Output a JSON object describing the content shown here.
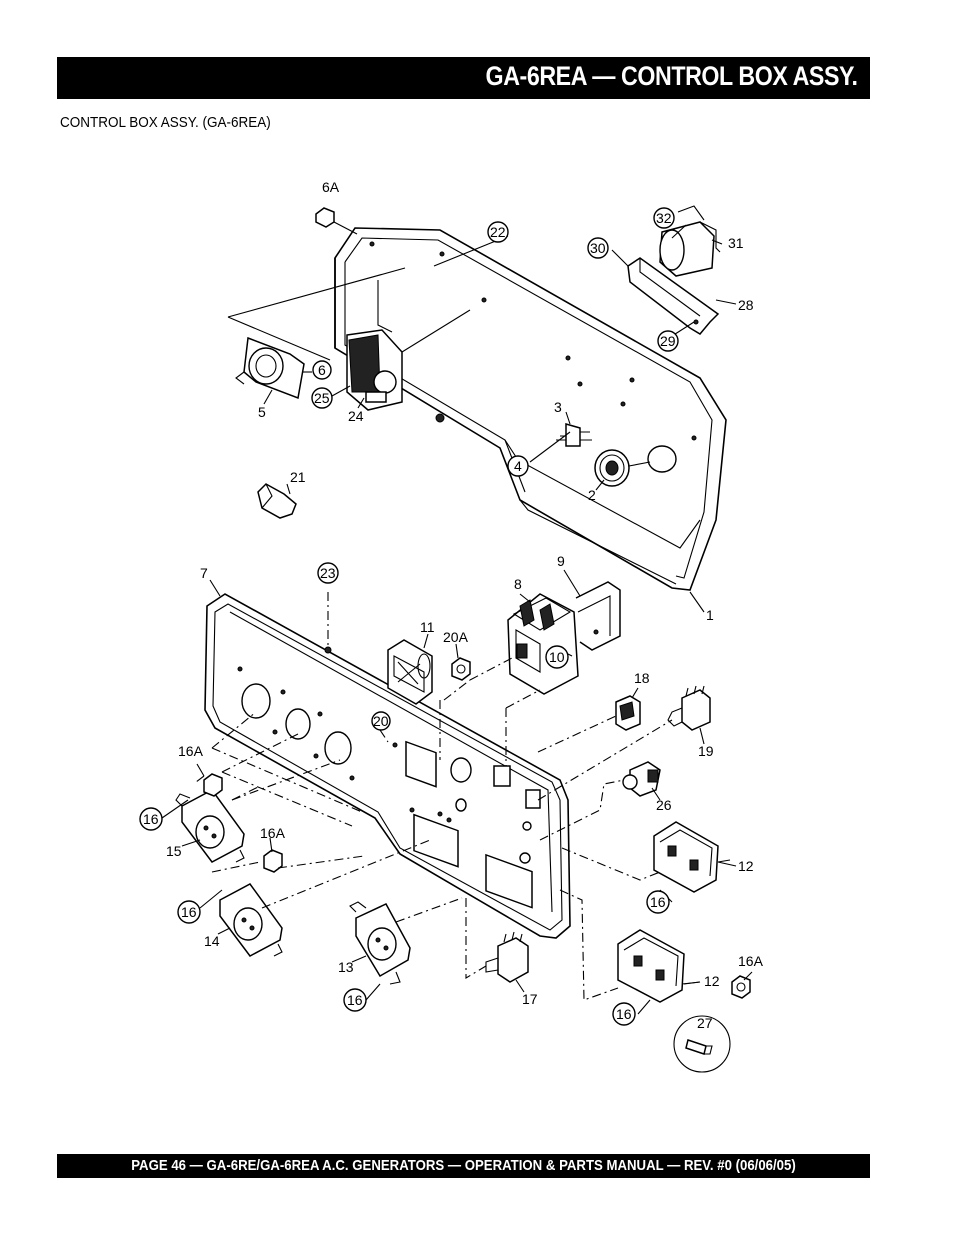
{
  "header": {
    "title": "GA-6REA — CONTROL BOX ASSY."
  },
  "subtitle": "CONTROL BOX ASSY. (GA-6REA)",
  "callouts": [
    {
      "id": "c6A",
      "label": "6A"
    },
    {
      "id": "c22",
      "label": "22"
    },
    {
      "id": "c32",
      "label": "32"
    },
    {
      "id": "c30",
      "label": "30"
    },
    {
      "id": "c31",
      "label": "31"
    },
    {
      "id": "c28",
      "label": "28"
    },
    {
      "id": "c29",
      "label": "29"
    },
    {
      "id": "c6",
      "label": "6"
    },
    {
      "id": "c25",
      "label": "25"
    },
    {
      "id": "c5",
      "label": "5"
    },
    {
      "id": "c24",
      "label": "24"
    },
    {
      "id": "c3",
      "label": "3"
    },
    {
      "id": "c4",
      "label": "4"
    },
    {
      "id": "c2",
      "label": "2"
    },
    {
      "id": "c21",
      "label": "21"
    },
    {
      "id": "c1",
      "label": "1"
    },
    {
      "id": "c9",
      "label": "9"
    },
    {
      "id": "c8",
      "label": "8"
    },
    {
      "id": "c7",
      "label": "7"
    },
    {
      "id": "c23",
      "label": "23"
    },
    {
      "id": "c11",
      "label": "11"
    },
    {
      "id": "c20A",
      "label": "20A"
    },
    {
      "id": "c10",
      "label": "10"
    },
    {
      "id": "c18",
      "label": "18"
    },
    {
      "id": "c20",
      "label": "20"
    },
    {
      "id": "c16Aa",
      "label": "16A"
    },
    {
      "id": "c19",
      "label": "19"
    },
    {
      "id": "c16a",
      "label": "16"
    },
    {
      "id": "c26",
      "label": "26"
    },
    {
      "id": "c15",
      "label": "15"
    },
    {
      "id": "c16Ab",
      "label": "16A"
    },
    {
      "id": "c12a",
      "label": "12"
    },
    {
      "id": "c16b",
      "label": "16"
    },
    {
      "id": "c16c",
      "label": "16"
    },
    {
      "id": "c14",
      "label": "14"
    },
    {
      "id": "c13",
      "label": "13"
    },
    {
      "id": "c16Ac",
      "label": "16A"
    },
    {
      "id": "c12b",
      "label": "12"
    },
    {
      "id": "c16d",
      "label": "16"
    },
    {
      "id": "c17",
      "label": "17"
    },
    {
      "id": "c27",
      "label": "27"
    },
    {
      "id": "c16e",
      "label": "16"
    }
  ],
  "footer": {
    "text": "PAGE 46 — GA-6RE/GA-6REA A.C. GENERATORS — OPERATION & PARTS MANUAL — REV. #0  (06/06/05)"
  }
}
